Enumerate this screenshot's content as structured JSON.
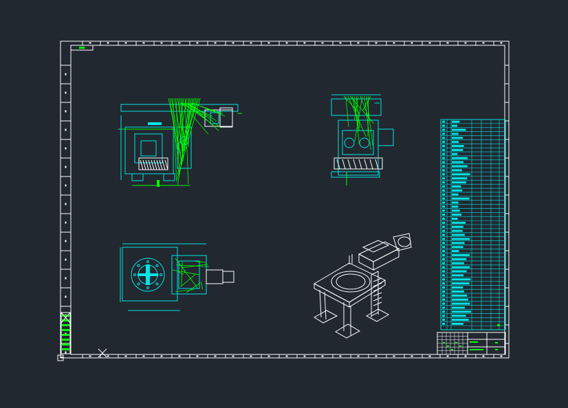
{
  "drawing": {
    "background": "#212830",
    "colors": {
      "frame": "#ffffff",
      "geometry": "#00e5e5",
      "dimension": "#00ff00",
      "isometric": "#ffffff",
      "grip": "#00ff00"
    },
    "views": [
      {
        "name": "front-view",
        "type": "orthographic"
      },
      {
        "name": "side-view",
        "type": "orthographic"
      },
      {
        "name": "top-view",
        "type": "orthographic"
      },
      {
        "name": "isometric-view",
        "type": "isometric"
      }
    ],
    "parts_list": {
      "row_count": 52
    },
    "title_block": {
      "present": true
    }
  }
}
